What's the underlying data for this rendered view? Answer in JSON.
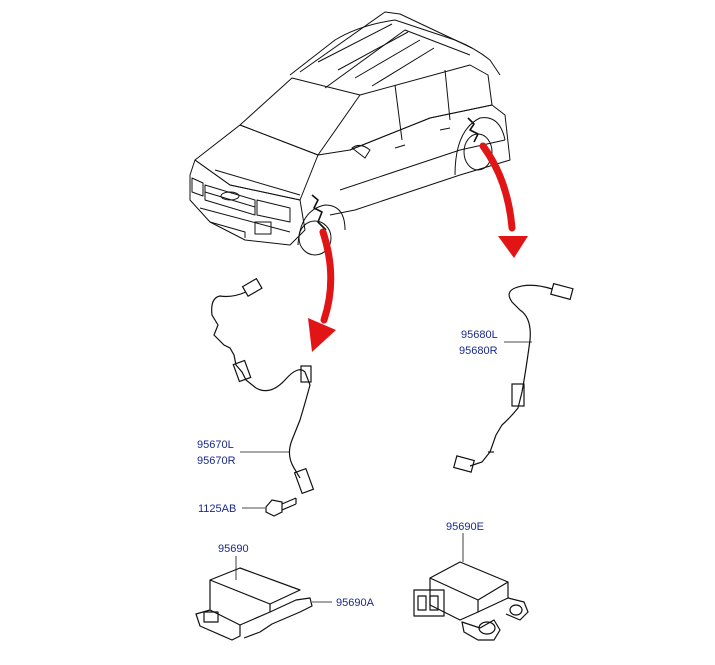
{
  "colors": {
    "label": "#1a2a8c",
    "arrow": "#e11515",
    "linework": "#111111",
    "background": "#ffffff"
  },
  "parts": {
    "front_sensor": {
      "label_left": "95670L",
      "label_right": "95670R"
    },
    "rear_sensor": {
      "label_left": "95680L",
      "label_right": "95680R"
    },
    "bolt": {
      "label": "1125AB"
    },
    "module": {
      "label": "95690",
      "bracket_label": "95690A"
    },
    "yaw_sensor": {
      "label": "95690E"
    }
  }
}
